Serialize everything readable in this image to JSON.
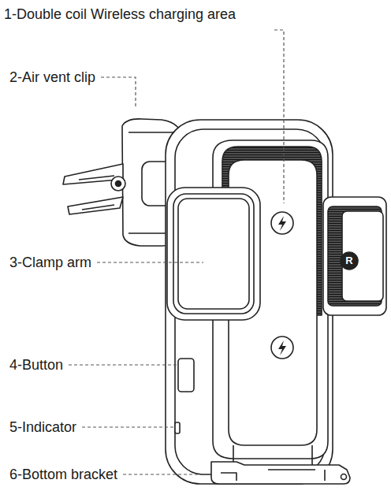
{
  "diagram": {
    "labels": [
      "1-Double coil Wireless charging area",
      "2-Air vent clip",
      "3-Clamp arm",
      "4-Button",
      "5-Indicator",
      "6-Bottom bracket",
      "R"
    ]
  }
}
